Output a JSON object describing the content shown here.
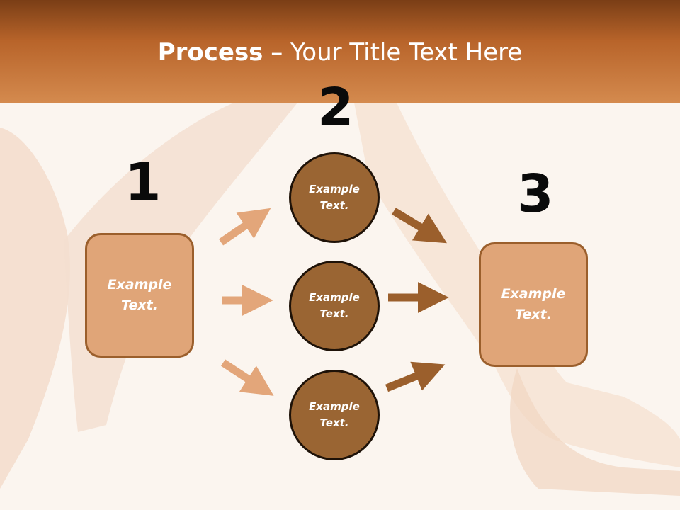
{
  "title": {
    "bold": "Process",
    "rest": " – Your Title Text Here"
  },
  "steps": {
    "one": "1",
    "two": "2",
    "three": "3"
  },
  "nodes": {
    "left_box": "Example\nText.",
    "circle_top": "Example\nText.",
    "circle_mid": "Example\nText.",
    "circle_bot": "Example\nText.",
    "right_box": "Example\nText."
  },
  "colors": {
    "header": "#b8642a",
    "box_fill": "#e0a578",
    "circle_fill": "#9a6533",
    "arrow_light": "#e3a67a",
    "arrow_dark": "#9b5f2c"
  }
}
